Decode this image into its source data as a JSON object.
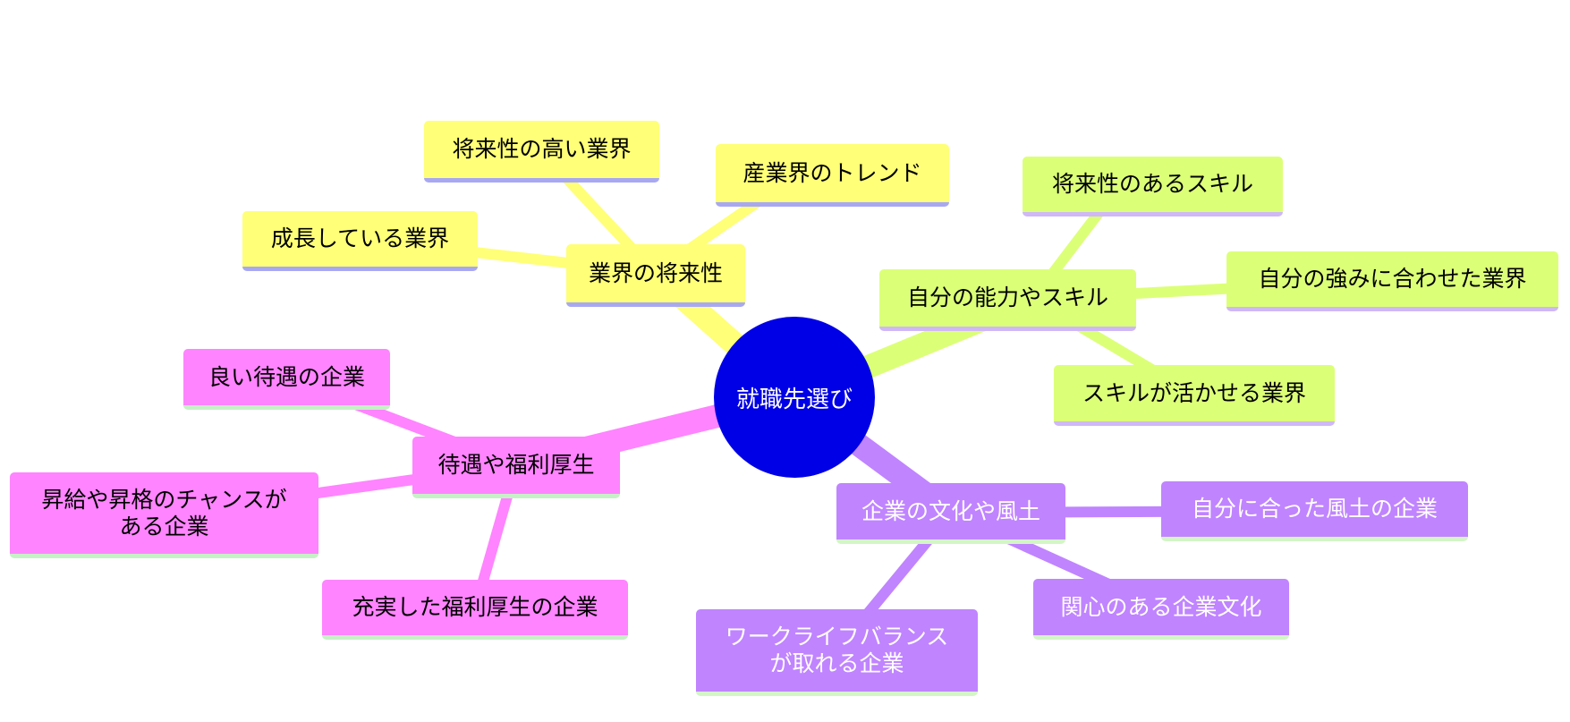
{
  "diagram": {
    "root": {
      "label": "就職先選び",
      "fill": "#0000e6"
    },
    "branches": [
      {
        "label": "業界の将来性",
        "color": "#ffff78",
        "children": [
          "将来性の高い業界",
          "産業界のトレンド",
          "成長している業界"
        ]
      },
      {
        "label": "自分の能力やスキル",
        "color": "#dcff78",
        "children": [
          "将来性のあるスキル",
          "自分の強みに合わせた業界",
          "スキルが活かせる業界"
        ]
      },
      {
        "label": "待遇や福利厚生",
        "color": "#ff84ff",
        "children": [
          "良い待遇の企業",
          "昇給や昇格のチャンスが\nある企業",
          "充実した福利厚生の企業"
        ]
      },
      {
        "label": "企業の文化や風土",
        "color": "#c084ff",
        "children": [
          "自分に合った風土の企業",
          "関心のある企業文化",
          "ワークライフバランス\nが取れる企業"
        ]
      }
    ]
  }
}
